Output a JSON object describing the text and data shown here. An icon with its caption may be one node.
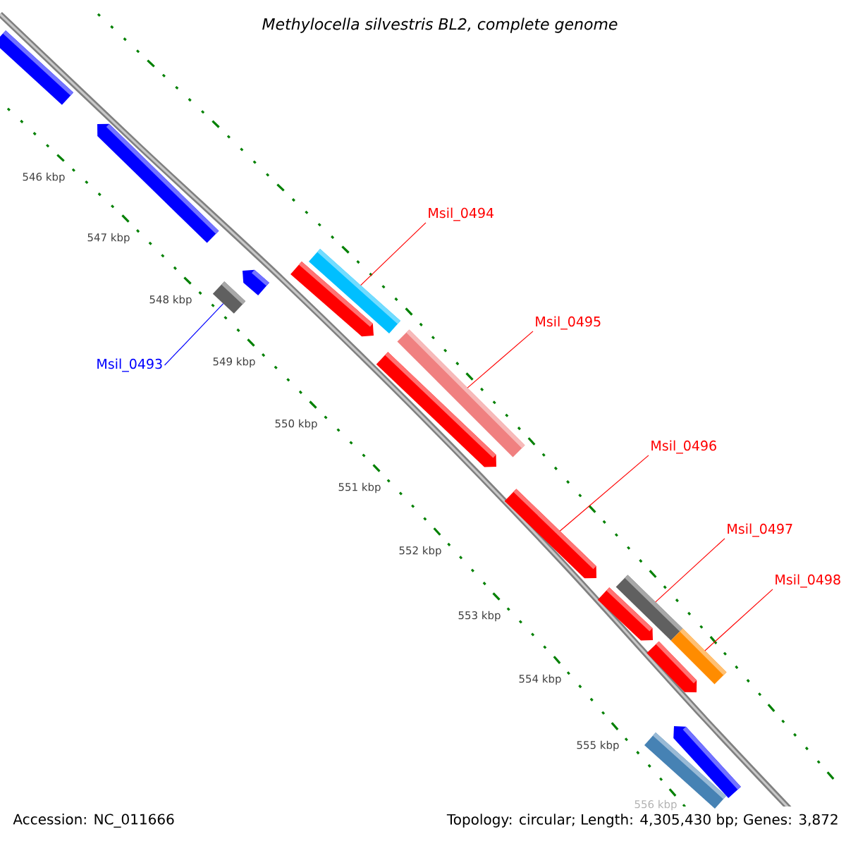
{
  "diagram": {
    "title": "Methylocella silvestris BL2, complete genome",
    "nodes": [
      {
        "text": [
          "Msil_0493"
        ]
      },
      {
        "text": [
          "Msil_0494"
        ]
      },
      {
        "text": [
          "Msil_0495"
        ]
      },
      {
        "text": [
          "Msil_0496"
        ]
      },
      {
        "text": [
          "Msil_0497"
        ]
      },
      {
        "text": [
          "Msil_0498"
        ]
      },
      {
        "text": [],
        "shape": "bar"
      },
      {
        "text": [],
        "shape": "bar"
      },
      {
        "text": [],
        "shape": "bar"
      },
      {
        "text": [],
        "shape": "bar"
      },
      {
        "text": [],
        "shape": "bar"
      },
      {
        "text": [],
        "shape": "bar"
      },
      {
        "text": [],
        "shape": "bar"
      },
      {
        "text": [],
        "shape": "bar"
      },
      {
        "text": [],
        "shape": "bar"
      },
      {
        "text": [],
        "shape": "bar"
      },
      {
        "text": [],
        "shape": "bar"
      },
      {
        "text": [],
        "shape": "bar"
      },
      {
        "text": [],
        "shape": "bar"
      },
      {
        "text": [],
        "shape": "bar"
      },
      {
        "text": [],
        "shape": "bar"
      }
    ],
    "edges": [
      {
        "from": 0,
        "to": 11,
        "arrow": "none",
        "color": "#0000ff"
      },
      {
        "from": 1,
        "to": 8,
        "arrow": "none"
      },
      {
        "from": 2,
        "to": 12,
        "arrow": "none"
      },
      {
        "from": 3,
        "to": 14,
        "arrow": "none"
      },
      {
        "from": 4,
        "to": 15,
        "arrow": "none"
      },
      {
        "from": 5,
        "to": 17,
        "arrow": "none"
      }
    ],
    "labels": [
      "546 kbp",
      "547 kbp",
      "548 kbp",
      "549 kbp",
      "550 kbp",
      "551 kbp",
      "552 kbp",
      "553 kbp",
      "554 kbp",
      "555 kbp",
      "556 kbp",
      "Accession: NC_011666",
      "Topology: circular; Length: 4,305,430 bp; Genes: 3,872"
    ]
  }
}
